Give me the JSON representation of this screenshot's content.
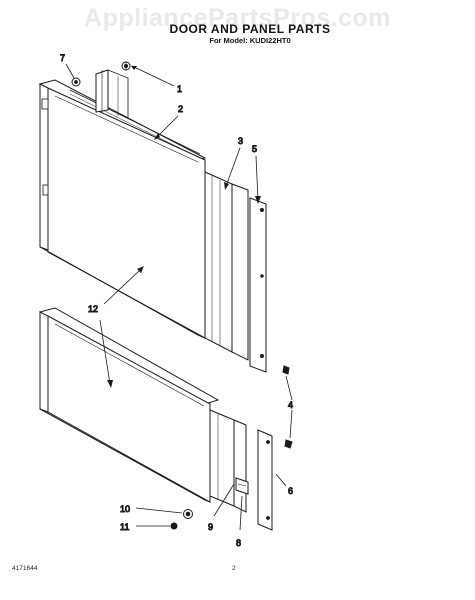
{
  "watermark": "AppliancePartsPros.com",
  "header": {
    "title": "DOOR AND PANEL PARTS",
    "model_line": "For Model: KUDI22HT0"
  },
  "callouts": {
    "c1": "1",
    "c2": "2",
    "c3": "3",
    "c4": "4",
    "c5": "5",
    "c6": "6",
    "c7": "7",
    "c8": "8",
    "c9": "9",
    "c10": "10",
    "c11": "11",
    "c12": "12"
  },
  "footer": {
    "doc_number": "4171644",
    "page_number": "2"
  }
}
